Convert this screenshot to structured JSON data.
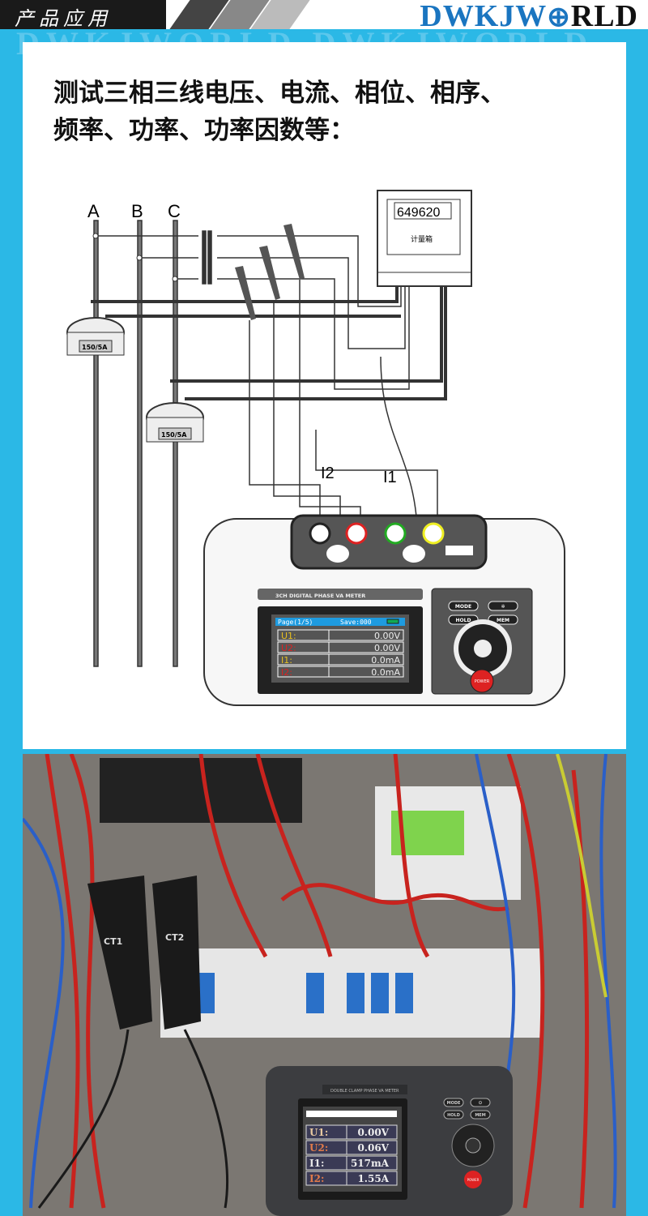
{
  "header": {
    "section_title": "产品应用",
    "logo_blue": "DWKJW",
    "logo_dark": "RLD",
    "watermark": "DWKJWORLD  DWKJWORLD"
  },
  "heading": {
    "line1": "测试三相三线电压、电流、相位、相序、",
    "line2": "频率、功率、功率因数等："
  },
  "diagram": {
    "phases": [
      "A",
      "B",
      "C"
    ],
    "meter_box": {
      "reading": "649620",
      "label": "计量箱"
    },
    "ct_labels": [
      "150/5A",
      "150/5A"
    ],
    "clamp_labels": [
      "I2",
      "I1"
    ],
    "device": {
      "model_title": "3CH DIGITAL PHASE VA METER",
      "screen_header": "Page(1/5)",
      "save": "Save:000",
      "rows": [
        {
          "name": "U1:",
          "value": "0.00V"
        },
        {
          "name": "U2:",
          "value": "0.00V"
        },
        {
          "name": "I1:",
          "value": "0.0mA"
        },
        {
          "name": "I2:",
          "value": "0.0mA"
        }
      ],
      "buttons": {
        "mode": "MODE",
        "hold": "HOLD",
        "mem": "MEM",
        "power": "POWER"
      }
    }
  },
  "photo": {
    "clamp_labels": [
      "CT1",
      "CT2"
    ],
    "device_title": "DOUBLE CLAMP PHASE VA METER",
    "rows": [
      {
        "name": "U1:",
        "value": "0.00V"
      },
      {
        "name": "U2:",
        "value": "0.06V"
      },
      {
        "name": "I1:",
        "value": "517mA"
      },
      {
        "name": "I2:",
        "value": "1.55A"
      }
    ],
    "buttons": {
      "mode": "MODE",
      "hold": "HOLD",
      "mem": "MEM",
      "power": "POWER"
    }
  },
  "colors": {
    "band": "#2bb8e6",
    "logo_blue": "#1a75c0",
    "lcd_header": "#1e9be0"
  }
}
